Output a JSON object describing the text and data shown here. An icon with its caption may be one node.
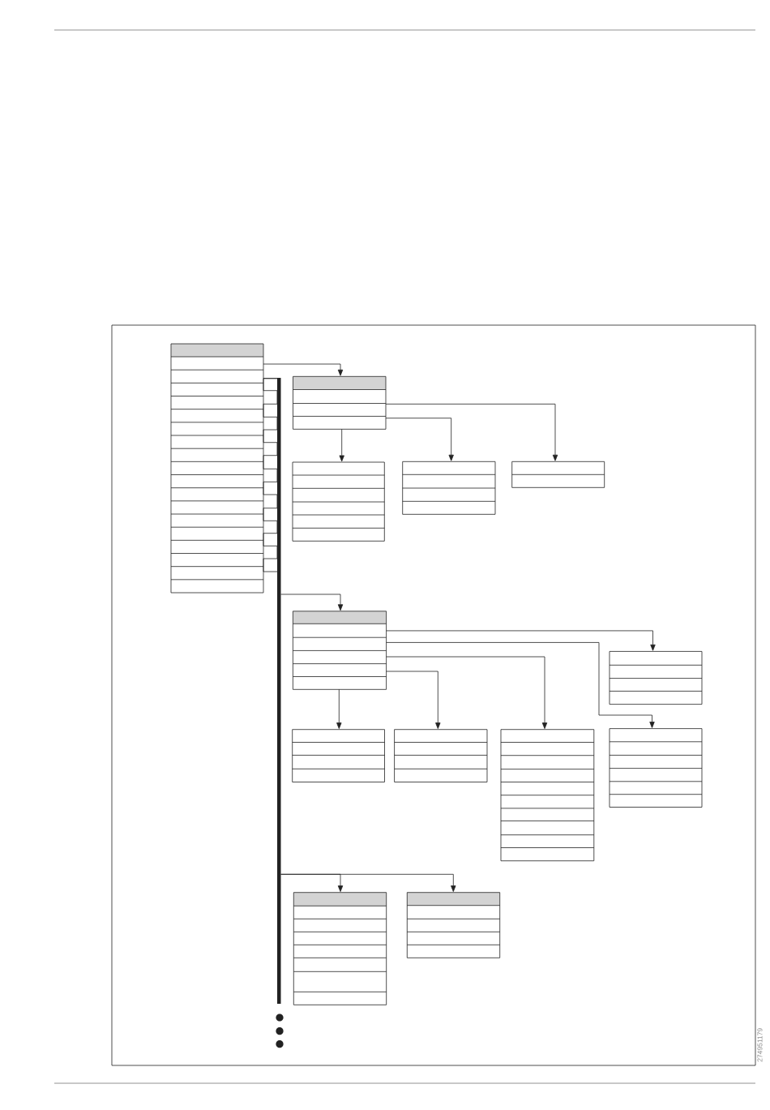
{
  "diagram": {
    "nodes": [
      {
        "text": [],
        "shape": "box"
      },
      {
        "text": [],
        "shape": "bar"
      },
      {
        "text": [],
        "shape": "box"
      },
      {
        "text": [],
        "shape": "box"
      },
      {
        "text": [],
        "shape": "box"
      },
      {
        "text": [],
        "shape": "box"
      },
      {
        "text": [],
        "shape": "box"
      },
      {
        "text": [],
        "shape": "box"
      },
      {
        "text": [],
        "shape": "box"
      },
      {
        "text": [],
        "shape": "box"
      },
      {
        "text": [],
        "shape": "box"
      },
      {
        "text": [],
        "shape": "box"
      },
      {
        "text": [],
        "shape": "box"
      },
      {
        "text": [],
        "shape": "box"
      }
    ],
    "edges": [
      {
        "from": 0,
        "to": 2,
        "arrow": "to"
      },
      {
        "from": 0,
        "to": 1,
        "arrow": "none"
      },
      {
        "from": 2,
        "to": 3,
        "arrow": "to"
      },
      {
        "from": 2,
        "to": 4,
        "arrow": "to"
      },
      {
        "from": 2,
        "to": 5,
        "arrow": "to"
      },
      {
        "from": 1,
        "to": 6,
        "arrow": "to"
      },
      {
        "from": 6,
        "to": 7,
        "arrow": "to"
      },
      {
        "from": 6,
        "to": 11,
        "arrow": "to"
      },
      {
        "from": 6,
        "to": 10,
        "arrow": "to"
      },
      {
        "from": 6,
        "to": 9,
        "arrow": "to"
      },
      {
        "from": 6,
        "to": 8,
        "arrow": "to"
      },
      {
        "from": 1,
        "to": 12,
        "arrow": "to"
      },
      {
        "from": 1,
        "to": 13,
        "arrow": "to"
      }
    ],
    "labels": [
      "274951179"
    ]
  }
}
